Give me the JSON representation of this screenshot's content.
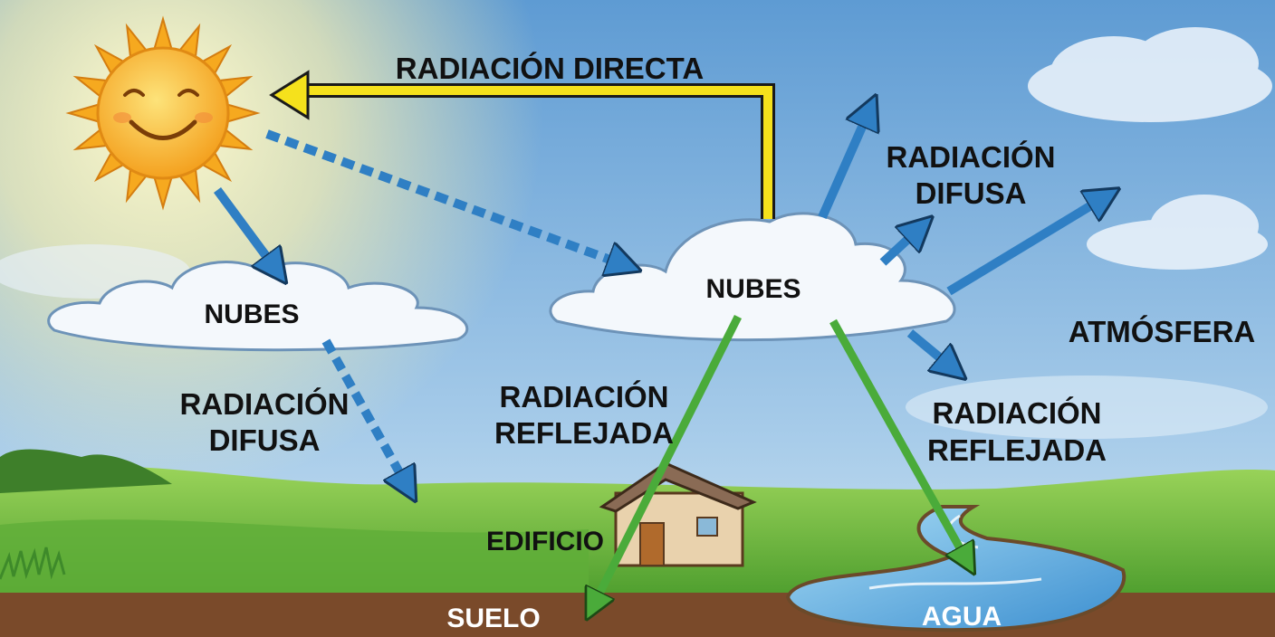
{
  "labels": {
    "direct_radiation": "RADIACIÓN DIRECTA",
    "diffuse_top_line1": "RADIACIÓN",
    "diffuse_top_line2": "DIFUSA",
    "diffuse_left_line1": "RADIACIÓN",
    "diffuse_left_line2": "DIFUSA",
    "clouds_left": "NUBES",
    "clouds_right": "NUBES",
    "atmosphere": "ATMÓSFERA",
    "reflected_center_line1": "RADIACIÓN",
    "reflected_center_line2": "REFLEJADA",
    "reflected_right_line1": "RADIACIÓN",
    "reflected_right_line2": "REFLEJADA",
    "building": "EDIFICIO",
    "ground": "SUELO",
    "water": "AGUA"
  },
  "colors": {
    "direct_arrow": "#f5e11c",
    "diffuse_arrow": "#2f7fc4",
    "reflected_arrow": "#4aab3a",
    "sky_top": "#5f9fd6",
    "sun": "#f7b52a",
    "soil": "#7a4a2a"
  },
  "icons": [
    "sun",
    "cloud",
    "house",
    "river",
    "arrow"
  ]
}
